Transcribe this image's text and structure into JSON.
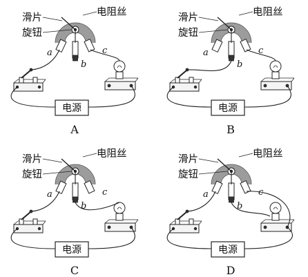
{
  "labels": {
    "slider": "滑片",
    "knob": "旋钮",
    "resistance_wire": "电阻丝",
    "power_supply": "电源",
    "terminal_a": "a",
    "terminal_b": "b",
    "terminal_c": "c"
  },
  "panels": [
    {
      "letter": "A"
    },
    {
      "letter": "B"
    },
    {
      "letter": "C"
    },
    {
      "letter": "D"
    }
  ]
}
